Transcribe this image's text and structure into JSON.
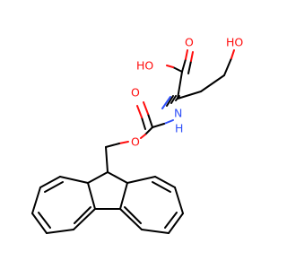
{
  "colors": {
    "carbon": "#000000",
    "oxygen": "#ff0d0d",
    "nitrogen": "#3050f8"
  },
  "labels": {
    "hydroxyl": "HO",
    "acid_hydroxyl": "HO",
    "acid_carbonyl_oxygen": "O",
    "amide_nitrogen": "N",
    "amide_hydrogen": "H",
    "carbamate_carbonyl_oxygen": "O",
    "ester_oxygen": "O"
  }
}
